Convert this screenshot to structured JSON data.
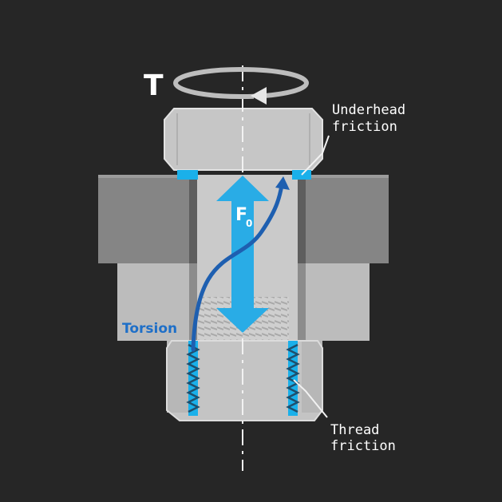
{
  "torque_label": "T",
  "force_label": "F",
  "force_subscript": "0",
  "torsion_label": "Torsion",
  "underhead_label_line1": "Underhead",
  "underhead_label_line2": "friction",
  "thread_label_line1": "Thread",
  "thread_label_line2": "friction",
  "colors": {
    "background": "#262626",
    "bolt": "#c6c6c6",
    "plate_top": "#858585",
    "plate_bottom": "#bcbcbc",
    "friction": "#1ab0ea",
    "force_arrow": "#29ace6",
    "torsion": "#1e5fb0"
  }
}
